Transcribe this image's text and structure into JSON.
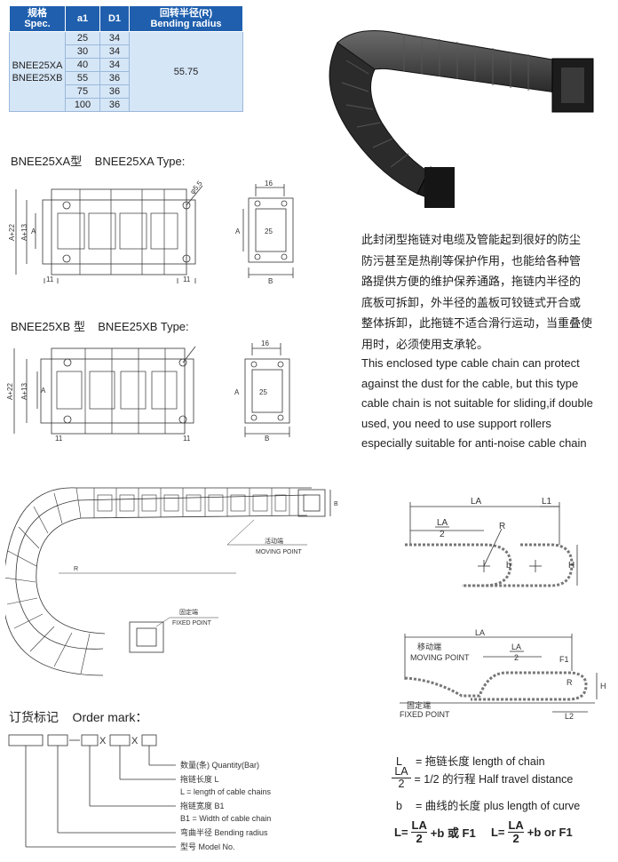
{
  "spec_table": {
    "headers": {
      "spec_cn": "规格",
      "spec_en": "Spec.",
      "a1": "a1",
      "d1": "D1",
      "radius_cn": "回转半径(R)",
      "radius_en": "Bending radius"
    },
    "models": [
      "BNEE25XA",
      "BNEE25XB"
    ],
    "rows": [
      {
        "a1": "25",
        "d1": "34"
      },
      {
        "a1": "30",
        "d1": "34"
      },
      {
        "a1": "40",
        "d1": "34"
      },
      {
        "a1": "55",
        "d1": "36"
      },
      {
        "a1": "75",
        "d1": "36"
      },
      {
        "a1": "100",
        "d1": "36"
      }
    ],
    "radius": "55.75"
  },
  "type_xa": "BNEE25XA型    BNEE25XA Type:",
  "type_xb": "BNEE25XB 型    BNEE25XB Type:",
  "drawing_labels": {
    "phi": "φ5.5",
    "a_plus_22": "A+22",
    "a_plus_13": "A+13",
    "a": "A",
    "eleven": "11",
    "sixteen": "16",
    "twenty_five": "25",
    "b": "B",
    "b_side": "B",
    "r": "R",
    "moving_point_cn": "活动端",
    "moving_point_en": "MOVING POINT",
    "fixed_point_cn": "固定端",
    "fixed_point_en": "FIXED POINT"
  },
  "description_cn": [
    "此封闭型拖链对电缆及管能起到很好的防尘",
    "防污甚至是热削等保护作用，也能给各种管",
    "路提供方便的维护保养通路，拖链内半径的",
    "底板可拆卸，外半径的盖板可铰链式开合或",
    "整体拆卸，此拖链不适合滑行运动，当重叠使",
    "用时，必须使用支承轮。"
  ],
  "description_en": [
    "This enclosed type cable chain can protect",
    "against the dust for the cable, but this type",
    "cable chain is not suitable for sliding,if double",
    "used, you need to use support rollers",
    "especially suitable for anti-noise cable chain"
  ],
  "dims1": {
    "la": "LA",
    "la2_num": "LA",
    "la2_den": "2",
    "l1": "L1",
    "r": "R",
    "b": "b",
    "h": "H"
  },
  "dims2": {
    "la": "LA",
    "la2_num": "LA",
    "la2_den": "2",
    "f1": "F1",
    "r": "R",
    "h": "H",
    "l2": "L2",
    "moving_cn": "移动端",
    "moving_en": "MOVING POINT",
    "fixed_cn": "固定端",
    "fixed_en": "FIXED POINT"
  },
  "order": {
    "title": "订货标记    Order mark：",
    "x1": "X",
    "x2": "X",
    "labels": [
      "数量(条) Quantity(Bar)",
      "拖链长度 L",
      "L = length of cable chains",
      "拖链宽度 B1",
      "B1 = Width of cable chain",
      "弯曲半径 Bending radius",
      "型号 Model No."
    ]
  },
  "legend": {
    "l_sym": "L",
    "l_text": "= 拖链长度  length of chain",
    "la_num": "LA",
    "la_den": "2",
    "la_text": "= 1/2 的行程  Half travel distance",
    "b_sym": "b",
    "b_text": "= 曲线的长度  plus length of curve",
    "f_l1": "L=",
    "f_num1": "LA",
    "f_den1": "2",
    "f_rest1": "+b 或 F1",
    "f_l2": "L=",
    "f_num2": "LA",
    "f_den2": "2",
    "f_rest2": "+b or F1"
  }
}
